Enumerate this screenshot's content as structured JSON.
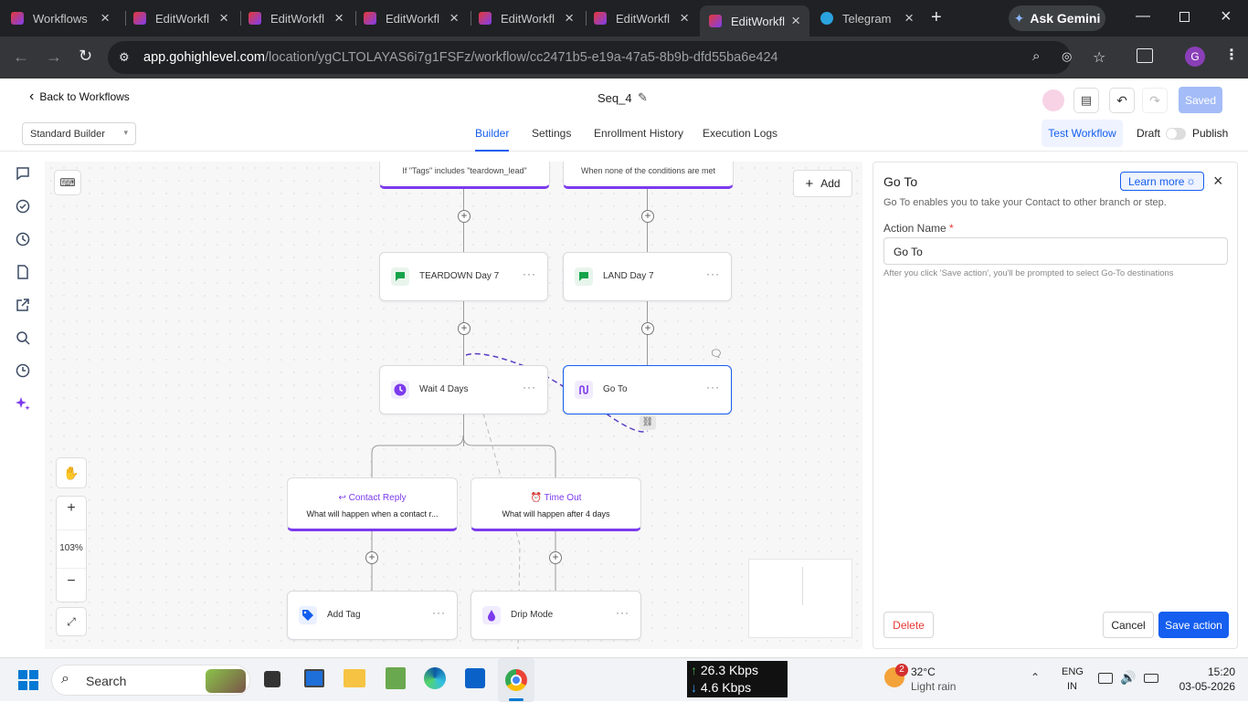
{
  "browser": {
    "tabs": [
      {
        "label": "Workflows"
      },
      {
        "label": "EditWorkfl"
      },
      {
        "label": "EditWorkfl"
      },
      {
        "label": "EditWorkfl"
      },
      {
        "label": "EditWorkfl"
      },
      {
        "label": "EditWorkfl"
      },
      {
        "label": "EditWorkfl"
      },
      {
        "label": "Telegram"
      }
    ],
    "new_tab": "+",
    "ask_gemini": "Ask Gemini",
    "url_host": "app.gohighlevel.com",
    "url_path": "/location/ygCLTOLAYAS6i7g1FSFz/workflow/cc2471b5-e19a-47a5-8b9b-dfd55ba6e424",
    "profile_initial": "G"
  },
  "header": {
    "back_label": "Back to Workflows",
    "title": "Seq_4",
    "saved_label": "Saved"
  },
  "subheader": {
    "builder_select": "Standard Builder",
    "tabs": [
      "Builder",
      "Settings",
      "Enrollment History",
      "Execution Logs"
    ],
    "test_workflow": "Test Workflow",
    "draft": "Draft",
    "publish": "Publish"
  },
  "canvas": {
    "add_label": "Add",
    "zoom": "103%",
    "conditions": [
      {
        "text": "If \"Tags\" includes \"teardown_lead\""
      },
      {
        "text": "When none of the conditions are met"
      }
    ],
    "nodes": {
      "teardown_day7": "TEARDOWN Day 7",
      "land_day7": "LAND Day 7",
      "wait": "Wait 4 Days",
      "goto": "Go To",
      "add_tag": "Add Tag",
      "drip_mode": "Drip Mode"
    },
    "branches": [
      {
        "title": "Contact Reply",
        "desc": "What will happen when a contact r..."
      },
      {
        "title": "Time Out",
        "desc": "What will happen after 4 days"
      }
    ]
  },
  "panel": {
    "title": "Go To",
    "learn_more": "Learn more",
    "description": "Go To enables you to take your Contact to other branch or step.",
    "field_label": "Action Name",
    "required_mark": "*",
    "field_value": "Go To",
    "hint": "After you click 'Save action', you'll be prompted to select Go-To destinations",
    "delete": "Delete",
    "cancel": "Cancel",
    "save": "Save action"
  },
  "taskbar": {
    "search": "Search",
    "net_up": "26.3 Kbps",
    "net_down": "4.6 Kbps",
    "weather_badge": "2",
    "temp": "32°C",
    "weather": "Light rain",
    "lang1": "ENG",
    "lang2": "IN",
    "time": "15:20",
    "date": "03-05-2026"
  },
  "colors": {
    "accent": "#155eef",
    "purple": "#7c3aed",
    "green": "#16a34a"
  }
}
